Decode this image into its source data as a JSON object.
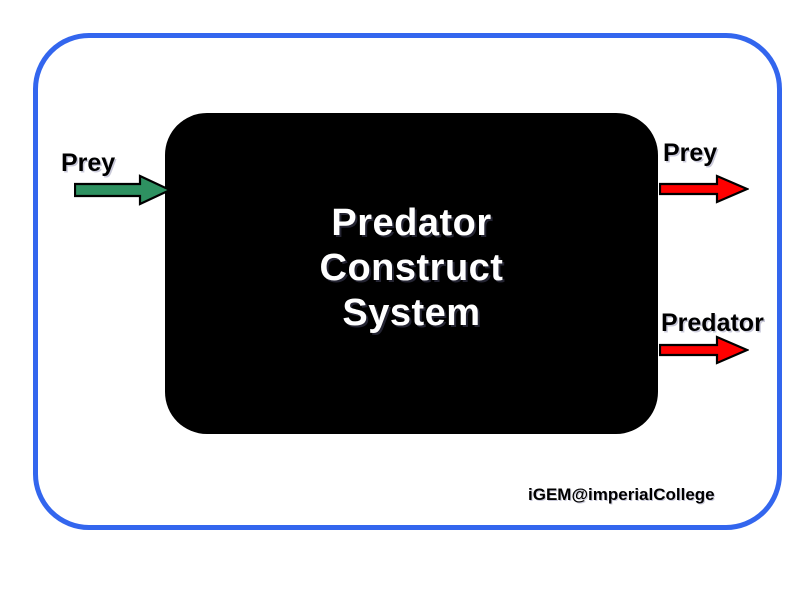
{
  "diagram": {
    "title": "Predator Construct System block diagram",
    "boundary": {
      "name": "system-boundary",
      "color": "#3366ee",
      "shape": "rounded-rectangle"
    },
    "block": {
      "name": "predator-construct-system",
      "fill": "#000000",
      "text_color": "#ffffff",
      "lines": [
        "Predator",
        "Construct",
        "System"
      ]
    },
    "inputs": [
      {
        "id": "input-prey",
        "label": "Prey",
        "arrow_color": "#2e9161",
        "arrow_outline": "#000000",
        "direction": "right",
        "side": "left"
      }
    ],
    "outputs": [
      {
        "id": "output-prey",
        "label": "Prey",
        "arrow_color": "#ff0000",
        "arrow_outline": "#000000",
        "direction": "right",
        "side": "right"
      },
      {
        "id": "output-predator",
        "label": "Predator",
        "arrow_color": "#ff0000",
        "arrow_outline": "#000000",
        "direction": "right",
        "side": "right"
      }
    ],
    "credit": "iGEM@imperialCollege"
  }
}
